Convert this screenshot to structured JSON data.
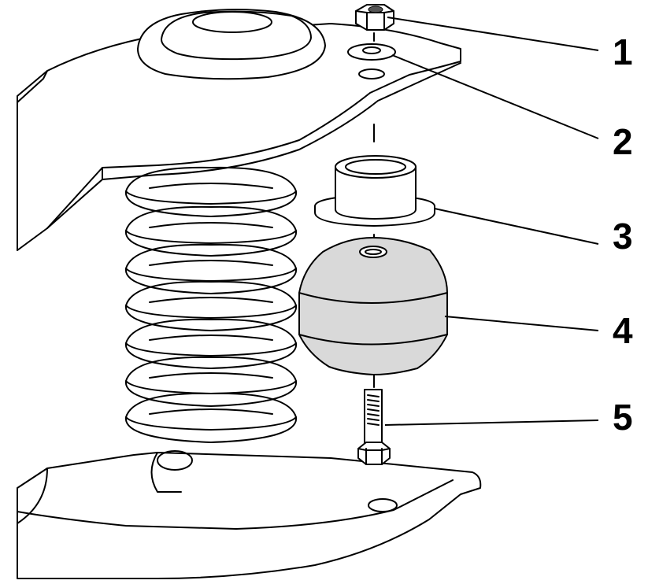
{
  "colors": {
    "line": "#000000",
    "paper": "#ffffff",
    "rubber_fill": "#d9d9d9"
  },
  "callouts": [
    {
      "number": "1",
      "part": "nut"
    },
    {
      "number": "2",
      "part": "washer"
    },
    {
      "number": "3",
      "part": "spacer"
    },
    {
      "number": "4",
      "part": "rubber-mount"
    },
    {
      "number": "5",
      "part": "bolt"
    }
  ]
}
